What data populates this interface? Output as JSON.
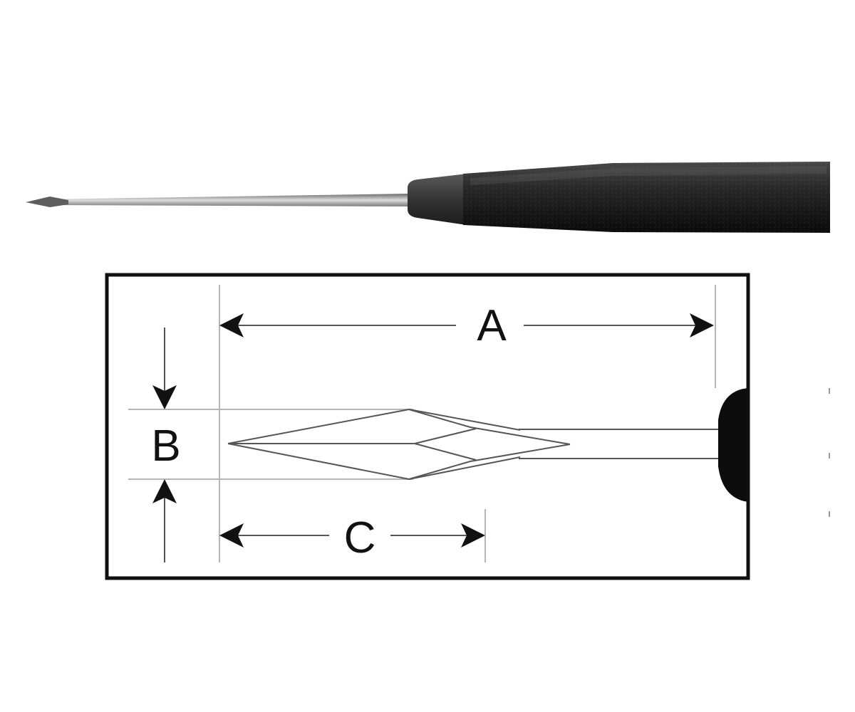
{
  "diagram": {
    "labels": {
      "a": "A",
      "b": "B",
      "c": "C"
    },
    "colors": {
      "background": "#ffffff",
      "line": "#111111",
      "thin_line": "#555555",
      "guide_line": "#b5b5b5",
      "handle_dark": "#1a1a1a",
      "handle_mid": "#3a3a3a",
      "shaft": "#8a8a8a"
    }
  }
}
